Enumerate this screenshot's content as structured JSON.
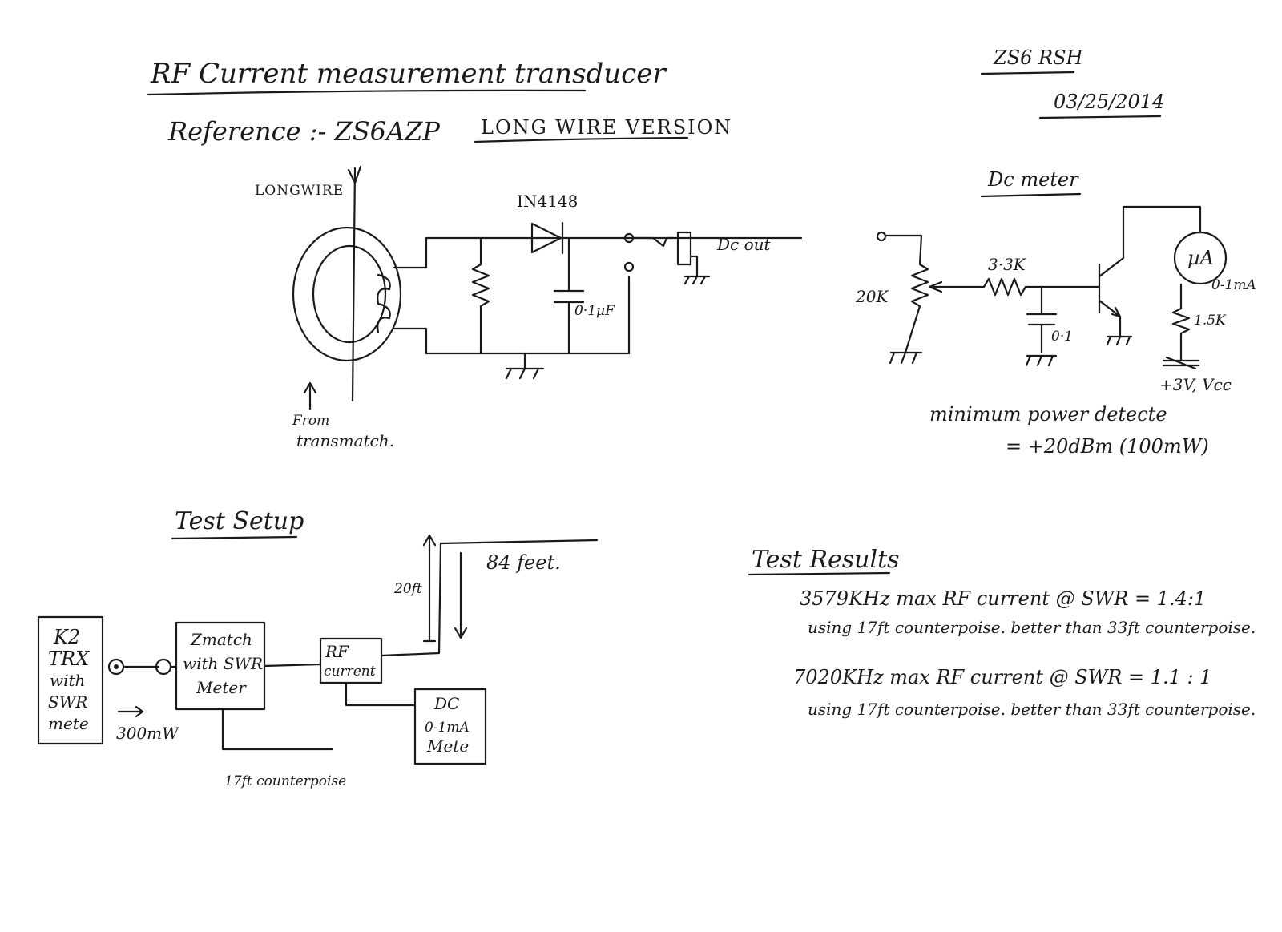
{
  "header": {
    "title": "RF Current measurement transducer",
    "reference": "Reference :- ZS6AZP",
    "version": "LONG WIRE VERSION",
    "callsign": "ZS6 RSH",
    "date": "03/25/2014"
  },
  "transducer": {
    "longwire_label": "LONGWIRE",
    "diode_label": "IN4148",
    "capacitor_label": "0·1µF",
    "dc_out_label": "Dc out",
    "from_label": "From",
    "transmatch_label": "transmatch."
  },
  "dc_meter": {
    "title": "Dc meter",
    "pot_label": "20K",
    "resistor_label": "3·3K",
    "cap_label": "0·1",
    "meter_symbol": "µA",
    "meter_range": "0-1mA",
    "load_label": "1.5K",
    "supply_label": "+3V, Vcc",
    "note_line1": "minimum power detecte",
    "note_line2": "= +20dBm (100mW)"
  },
  "test_setup": {
    "title": "Test Setup",
    "radio_lines": [
      "K2",
      "TRX",
      "with",
      "SWR",
      "mete"
    ],
    "power_label": "300mW",
    "zmatch_lines": [
      "Zmatch",
      "with SWR",
      "Meter"
    ],
    "rf_lines": [
      "RF",
      "current"
    ],
    "dc_lines": [
      "DC",
      "0-1mA",
      "Mete"
    ],
    "height_label": "20ft",
    "length_label": "84 feet.",
    "counterpoise_label": "17ft counterpoise"
  },
  "test_results": {
    "title": "Test Results",
    "line1": "3579KHz   max RF current @ SWR = 1.4:1",
    "line2": "using 17ft counterpoise. better than 33ft counterpoise.",
    "line3": "7020KHz   max  RF current @ SWR = 1.1 : 1",
    "line4": "using 17ft counterpoise. better than 33ft counterpoise."
  }
}
